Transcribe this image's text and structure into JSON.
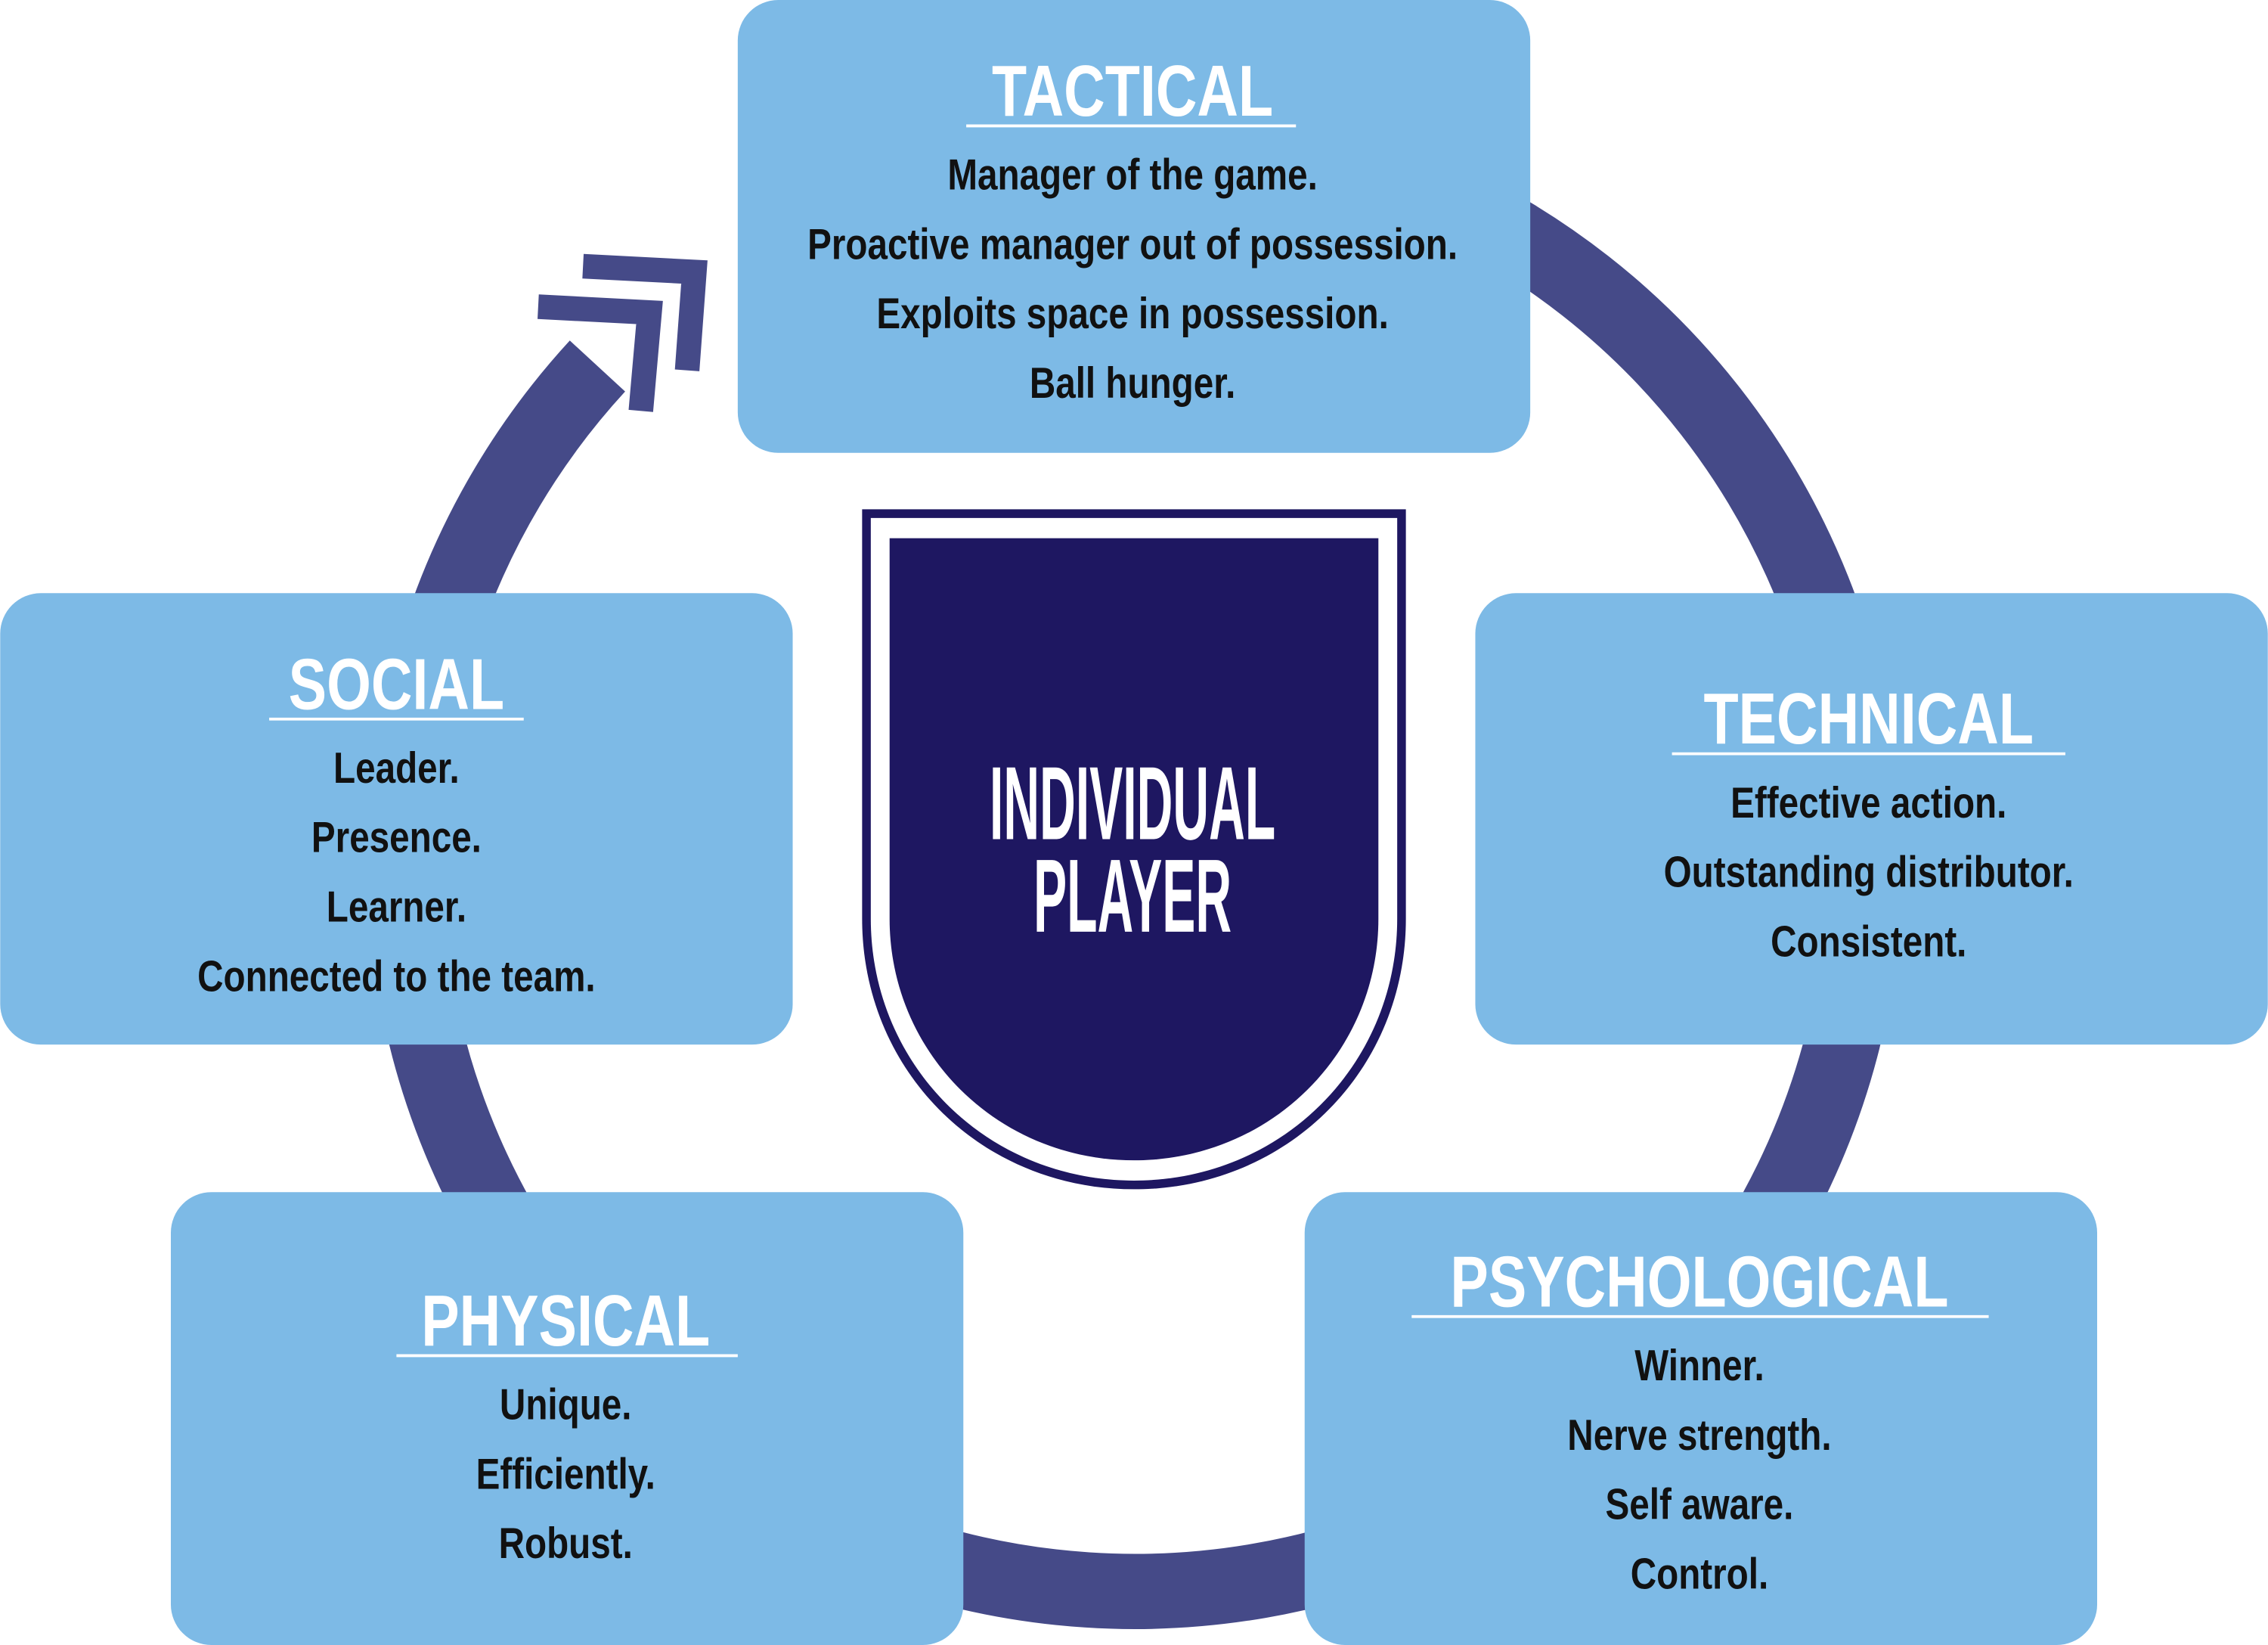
{
  "colors": {
    "ring": "#454a88",
    "box": "#7dbae6",
    "shield": "#1e1761",
    "heading": "#ffffff",
    "text": "#111111"
  },
  "center": {
    "line1": "INDIVIDUAL",
    "line2": "PLAYER"
  },
  "tactical": {
    "title": "TACTICAL",
    "items": [
      "Manager of the game.",
      "Proactive manager out of possession.",
      "Exploits space in possession.",
      "Ball hunger."
    ]
  },
  "technical": {
    "title": "TECHNICAL",
    "items": [
      "Effective action.",
      "Outstanding distributor.",
      "Consistent."
    ]
  },
  "psychological": {
    "title": "PSYCHOLOGICAL",
    "items": [
      "Winner.",
      "Nerve strength.",
      "Self aware.",
      "Control."
    ]
  },
  "physical": {
    "title": "PHYSICAL",
    "items": [
      "Unique.",
      "Efficiently.",
      "Robust."
    ]
  },
  "social": {
    "title": "SOCIAL",
    "items": [
      "Leader.",
      "Presence.",
      "Learner.",
      "Connected to the team."
    ]
  }
}
